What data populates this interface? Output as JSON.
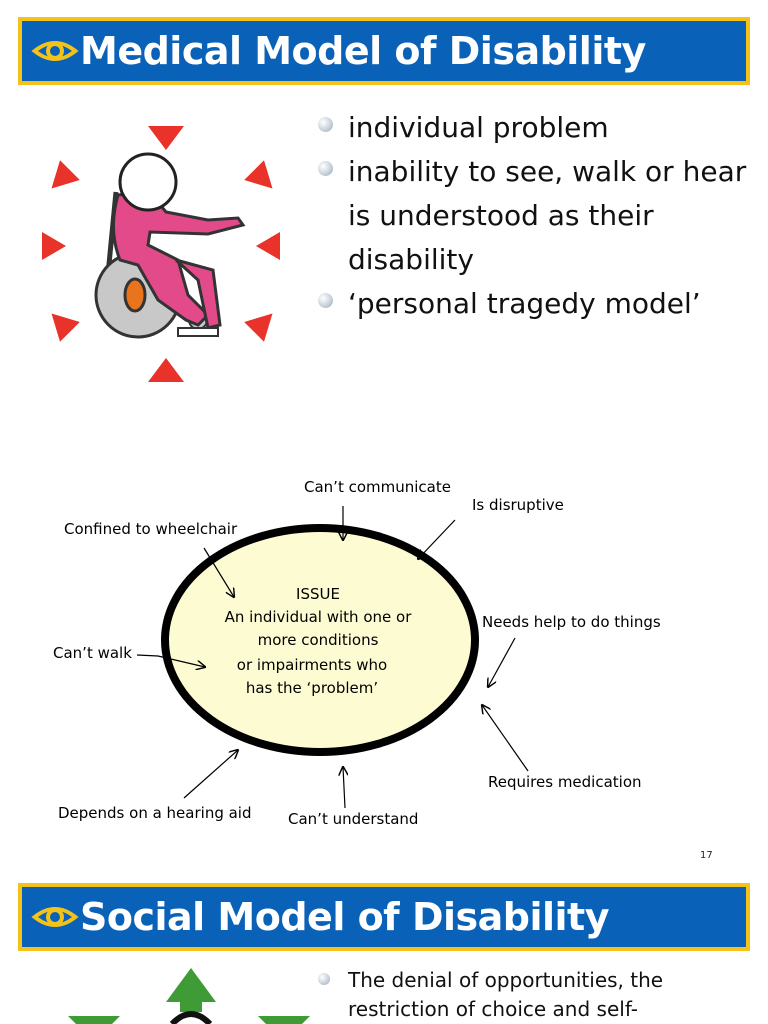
{
  "slide1": {
    "title": "Medical Model of Disability",
    "bullets": [
      "individual problem",
      "inability to see, walk or hear  is understood as their disability",
      "‘personal tragedy model’"
    ]
  },
  "diagram": {
    "center_lines": [
      "ISSUE",
      "An individual with one or",
      "more conditions",
      "or impairments who",
      "has the ‘problem’"
    ],
    "labels": {
      "cant_communicate": "Can’t communicate",
      "is_disruptive": "Is disruptive",
      "confined": "Confined to wheelchair",
      "needs_help": "Needs help to do things",
      "cant_walk": "Can’t walk",
      "requires_medication": "Requires medication",
      "hearing_aid": "Depends on a hearing aid",
      "cant_understand": "Can’t  understand"
    },
    "colors": {
      "ellipse_fill": "#fdfbd2",
      "outline": "#000000"
    }
  },
  "page_number": "17",
  "slide2": {
    "title": "Social Model of Disability",
    "bullets": [
      "The denial of opportunities, the restriction of choice and self-"
    ]
  },
  "colors": {
    "banner": "#0a62b8",
    "banner_border": "#f3c21b",
    "arrow_red": "#e8322a",
    "arrow_green": "#3f9b35",
    "figure_pink": "#e24a8a",
    "wheel_gray": "#c8c8c8",
    "hub_orange": "#e8741d"
  },
  "icons": {
    "banner": "eye-icon",
    "figure": "wheelchair-user-icon"
  }
}
